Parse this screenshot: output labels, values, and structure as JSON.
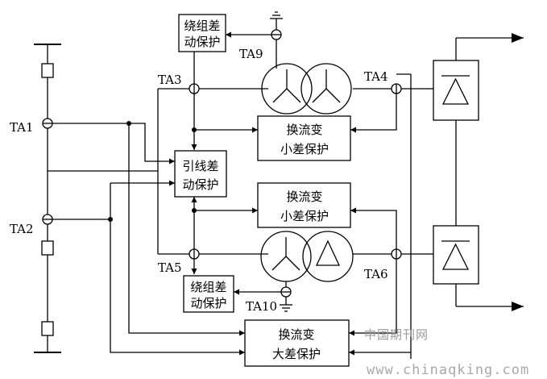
{
  "labels": {
    "ta1": "TA1",
    "ta2": "TA2",
    "ta3": "TA3",
    "ta4": "TA4",
    "ta5": "TA5",
    "ta6": "TA6",
    "ta9": "TA9",
    "ta10": "TA10"
  },
  "boxes": {
    "winding_top": [
      "绕组差",
      "动保护"
    ],
    "lead_diff": [
      "引线差",
      "动保护"
    ],
    "conv_small_top": [
      "换流变",
      "小差保护"
    ],
    "conv_small_bottom": [
      "换流变",
      "小差保护"
    ],
    "winding_bottom": [
      "绕组差",
      "动保护"
    ],
    "conv_large": [
      "换流变",
      "大差保护"
    ]
  },
  "watermark": {
    "cn": "中国期刊网",
    "url": "www.chinaqking.com"
  }
}
